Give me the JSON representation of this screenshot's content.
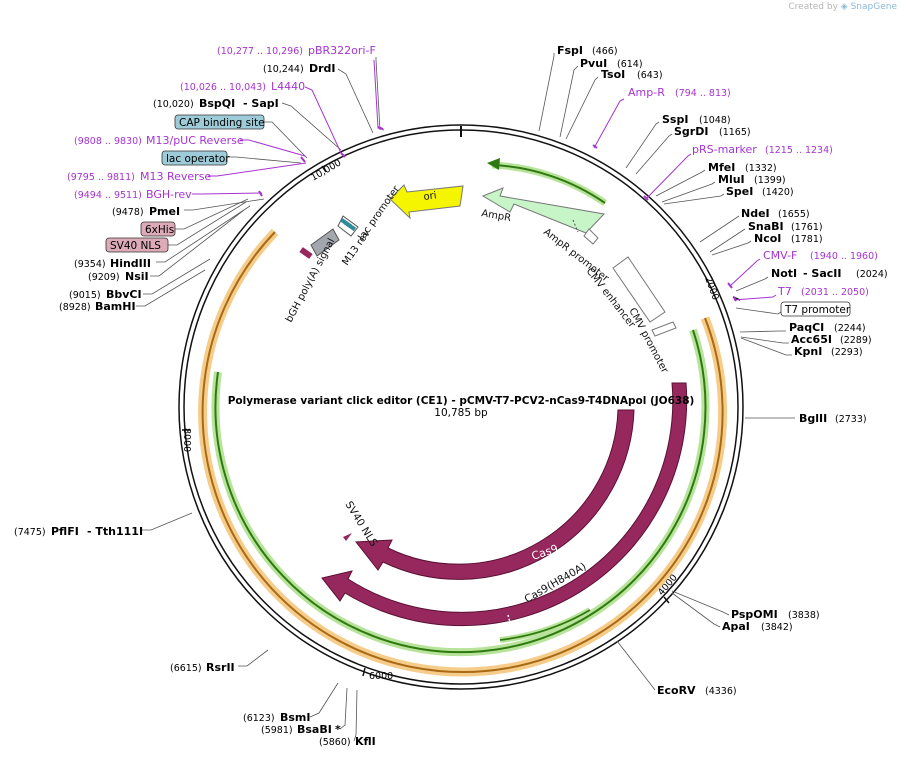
{
  "credit": {
    "prefix": "Created by",
    "brand": "SnapGene"
  },
  "plasmid": {
    "name": "Polymerase variant click editor (CE1) - pCMV-T7-PCV2-nCas9-T4DNApol (JO638)",
    "size_label": "10,785 bp"
  },
  "ticks": [
    "10,000",
    "2000",
    "4000",
    "6000",
    "8000"
  ],
  "left_labels": [
    {
      "id": "pbr",
      "kind": "primer",
      "pos": "(10,277 .. 10,296)",
      "name": "pBR322ori-F"
    },
    {
      "id": "drdi",
      "kind": "enzyme",
      "pos": "(10,244)",
      "name": "DrdI"
    },
    {
      "id": "l4440",
      "kind": "primer",
      "pos": "(10,026 .. 10,043)",
      "name": "L4440"
    },
    {
      "id": "bspqi",
      "kind": "enzyme",
      "pos": "(10,020)",
      "name": "BspQI",
      "extra": "- SapI"
    },
    {
      "id": "cap",
      "kind": "box",
      "name": "CAP binding site",
      "color": "#9ecbd8"
    },
    {
      "id": "m13puc",
      "kind": "primer",
      "pos": "(9808 .. 9830)",
      "name": "M13/pUC Reverse"
    },
    {
      "id": "lacop",
      "kind": "box",
      "name": "lac operator",
      "color": "#9ecbd8"
    },
    {
      "id": "m13rev",
      "kind": "primer",
      "pos": "(9795 .. 9811)",
      "name": "M13 Reverse"
    },
    {
      "id": "bghrev",
      "kind": "primer",
      "pos": "(9494 .. 9511)",
      "name": "BGH-rev"
    },
    {
      "id": "pmei",
      "kind": "enzyme",
      "pos": "(9478)",
      "name": "PmeI"
    },
    {
      "id": "sixhis",
      "kind": "box",
      "name": "6xHis",
      "color": "#ddaab8"
    },
    {
      "id": "sv40nls",
      "kind": "box",
      "name": "SV40 NLS",
      "color": "#ddaab8"
    },
    {
      "id": "hindiii",
      "kind": "enzyme",
      "pos": "(9354)",
      "name": "HindIII"
    },
    {
      "id": "nsii",
      "kind": "enzyme",
      "pos": "(9209)",
      "name": "NsiI"
    },
    {
      "id": "bbvci",
      "kind": "enzyme",
      "pos": "(9015)",
      "name": "BbvCI"
    },
    {
      "id": "bamhi",
      "kind": "enzyme",
      "pos": "(8928)",
      "name": "BamHI"
    },
    {
      "id": "pflfi",
      "kind": "enzyme",
      "pos": "(7475)",
      "name": "PflFI",
      "extra": "- Tth111I"
    },
    {
      "id": "rsrii",
      "kind": "enzyme",
      "pos": "(6615)",
      "name": "RsrII"
    },
    {
      "id": "bsmi",
      "kind": "enzyme",
      "pos": "(6123)",
      "name": "BsmI"
    },
    {
      "id": "bsabi",
      "kind": "enzyme",
      "pos": "(5981)",
      "name": "BsaBI",
      "extra": "*"
    },
    {
      "id": "kfli",
      "kind": "enzyme",
      "pos": "(5860)",
      "name": "KflI"
    }
  ],
  "right_labels": [
    {
      "id": "fspi",
      "kind": "enzyme",
      "name": "FspI",
      "pos": "(466)"
    },
    {
      "id": "pvui",
      "kind": "enzyme",
      "name": "PvuI",
      "pos": "(614)"
    },
    {
      "id": "tsoi",
      "kind": "enzyme",
      "name": "TsoI",
      "pos": "(643)"
    },
    {
      "id": "ampr_p",
      "kind": "primer",
      "name": "Amp-R",
      "pos": "(794 .. 813)"
    },
    {
      "id": "sspi",
      "kind": "enzyme",
      "name": "SspI",
      "pos": "(1048)"
    },
    {
      "id": "sgrdi",
      "kind": "enzyme",
      "name": "SgrDI",
      "pos": "(1165)"
    },
    {
      "id": "prs",
      "kind": "primer",
      "name": "pRS-marker",
      "pos": "(1215 .. 1234)"
    },
    {
      "id": "mfei",
      "kind": "enzyme",
      "name": "MfeI",
      "pos": "(1332)"
    },
    {
      "id": "mlui",
      "kind": "enzyme",
      "name": "MluI",
      "pos": "(1399)"
    },
    {
      "id": "spei",
      "kind": "enzyme",
      "name": "SpeI",
      "pos": "(1420)"
    },
    {
      "id": "ndei",
      "kind": "enzyme",
      "name": "NdeI",
      "pos": "(1655)"
    },
    {
      "id": "snabi",
      "kind": "enzyme",
      "name": "SnaBI",
      "pos": "(1761)"
    },
    {
      "id": "ncoi",
      "kind": "enzyme",
      "name": "NcoI",
      "pos": "(1781)"
    },
    {
      "id": "cmvf",
      "kind": "primer",
      "name": "CMV-F",
      "pos": "(1940 .. 1960)"
    },
    {
      "id": "noti",
      "kind": "enzyme",
      "name": "NotI",
      "extra": "- SacII",
      "pos": "(2024)"
    },
    {
      "id": "t7",
      "kind": "primer",
      "name": "T7",
      "pos": "(2031 .. 2050)"
    },
    {
      "id": "t7prom",
      "kind": "box",
      "name": "T7 promoter",
      "color": "#ffffff"
    },
    {
      "id": "paqci",
      "kind": "enzyme",
      "name": "PaqCI",
      "pos": "(2244)"
    },
    {
      "id": "acc65i",
      "kind": "enzyme",
      "name": "Acc65I",
      "pos": "(2289)"
    },
    {
      "id": "kpni",
      "kind": "enzyme",
      "name": "KpnI",
      "pos": "(2293)"
    },
    {
      "id": "bglii",
      "kind": "enzyme",
      "name": "BglII",
      "pos": "(2733)"
    },
    {
      "id": "pspomi",
      "kind": "enzyme",
      "name": "PspOMI",
      "pos": "(3838)"
    },
    {
      "id": "apai",
      "kind": "enzyme",
      "name": "ApaI",
      "pos": "(3842)"
    },
    {
      "id": "ecorv",
      "kind": "enzyme",
      "name": "EcoRV",
      "pos": "(4336)"
    }
  ],
  "features": {
    "ori": "ori",
    "ampr": "AmpR",
    "ampr_promoter": "AmpR promoter",
    "cmv_enhancer": "CMV enhancer",
    "cmv_promoter": "CMV promoter",
    "lac_promoter": "lac promoter",
    "m13_rev": "M13 rev",
    "bgh": "bGH poly(A) signal",
    "cas9": "Cas9",
    "cas9_h840a": "Cas9(H840A)",
    "sv40_nls": "SV40 NLS"
  },
  "colors": {
    "primer": "#a633d1",
    "cas9": "#96285e",
    "ori": "#f5f500",
    "ampr": "#c8f5c8",
    "orf_orange": "#f0a540",
    "orf_green": "#52b11a",
    "box_blue": "#9ecbd8",
    "box_pink": "#ddaab8"
  }
}
